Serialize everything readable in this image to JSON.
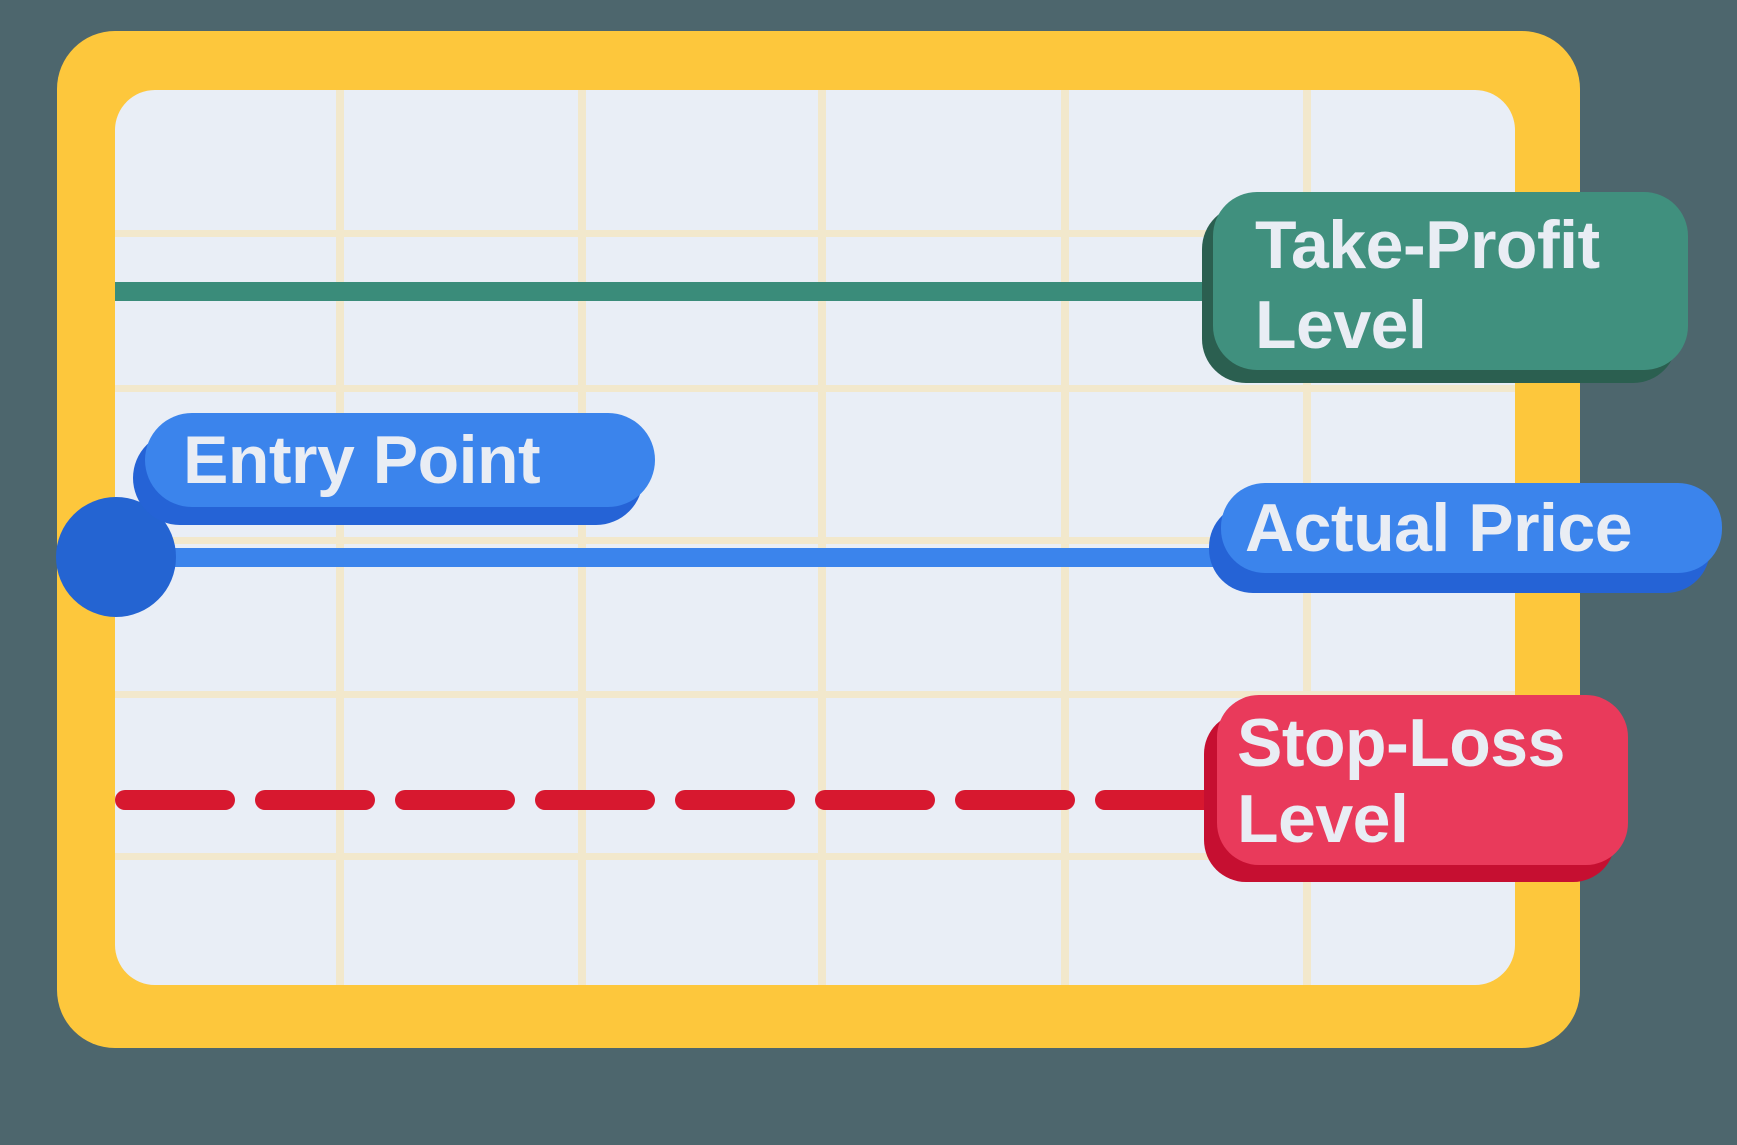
{
  "scene": {
    "description": "Educational trading diagram on a yellow-framed grid panel showing three horizontal price levels",
    "colors": {
      "background": "#4D666D",
      "frame": "#FDC73C",
      "panel": "#E9EEF6",
      "grid": "#F2E8CC",
      "teal_line": "#3A8C7A",
      "teal_badge": "#40907E",
      "teal_shadow": "#2B5F50",
      "blue_line": "#3B84EC",
      "blue_badge": "#3B84EC",
      "blue_shadow": "#2563D6",
      "blue_dot": "#2464D2",
      "red_dash": "#D7182F",
      "red_badge": "#E93A5B",
      "red_shadow": "#C60F31",
      "label_text": "#E9EDF4"
    }
  },
  "labels": {
    "take_profit": {
      "line1": "Take-Profit",
      "line2": "Level"
    },
    "entry_point": {
      "text": "Entry Point"
    },
    "actual_price": {
      "text": "Actual Price"
    },
    "stop_loss": {
      "line1": "Stop-Loss",
      "line2": "Level"
    }
  },
  "levels": [
    {
      "name": "Take-Profit Level",
      "line_style": "solid",
      "color_key": "teal_line",
      "vertical_position": "upper"
    },
    {
      "name": "Actual Price",
      "line_style": "solid",
      "color_key": "blue_line",
      "vertical_position": "middle",
      "marker": "Entry Point dot at left end of line"
    },
    {
      "name": "Stop-Loss Level",
      "line_style": "dashed",
      "color_key": "red_dash",
      "vertical_position": "lower"
    }
  ]
}
